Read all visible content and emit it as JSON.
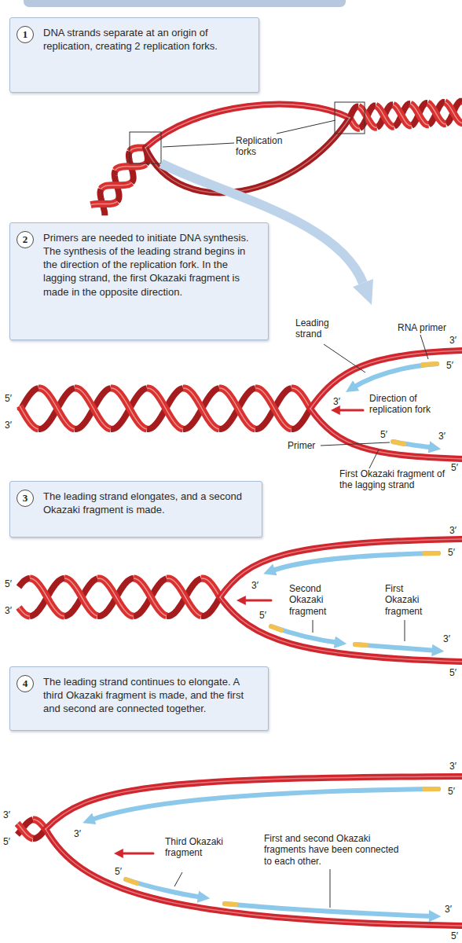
{
  "diagram": {
    "nodes": [
      {
        "text": [
          "1",
          "DNA strands separate at an origin of replication, creating 2 replication forks."
        ]
      },
      {
        "text": [
          "2",
          "Primers are needed to initiate DNA synthesis. The synthesis of the leading strand begins in the direction of the replication fork. In the lagging strand, the first Okazaki fragment is made in the opposite direction."
        ]
      },
      {
        "text": [
          "3",
          "The leading strand elongates, and a second Okazaki fragment is made."
        ]
      },
      {
        "text": [
          "4",
          "The leading strand continues to elongate. A third Okazaki fragment is made, and the first and second are connected together."
        ]
      }
    ],
    "labels": [
      "Replication forks",
      "Leading strand",
      "RNA primer",
      "3′",
      "5′",
      "3′",
      "Direction of replication fork",
      "5′",
      "Primer",
      "3′",
      "First Okazaki fragment of the lagging strand",
      "5′",
      "5′",
      "3′",
      "3′",
      "5′",
      "3′",
      "5′",
      "3′",
      "Second Okazaki fragment",
      "First Okazaki fragment",
      "5′",
      "3′",
      "5′",
      "3′",
      "5′",
      "3′",
      "3′",
      "5′",
      "Third Okazaki fragment",
      "First and second Okazaki fragments have been connected to each other.",
      "5′",
      "3′",
      "5′"
    ]
  }
}
